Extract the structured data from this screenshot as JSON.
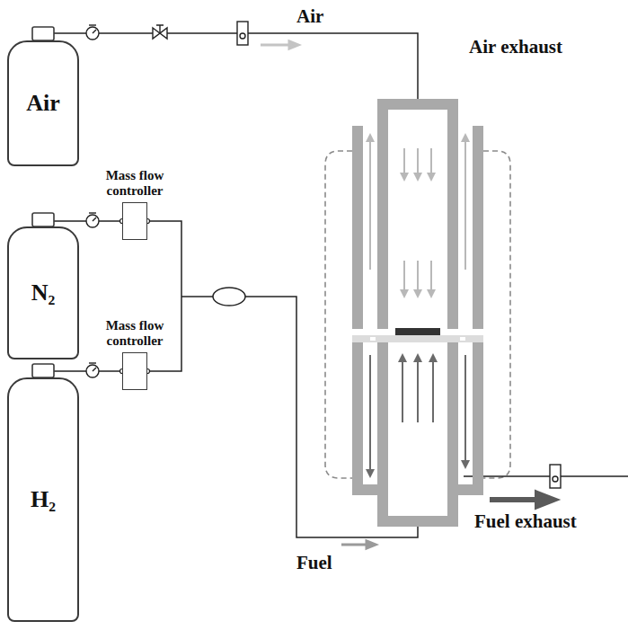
{
  "diagram": {
    "nodes": [
      {
        "text": [
          "Air"
        ]
      },
      {
        "text": [
          "Mass flow controller"
        ]
      },
      {
        "text": [
          "N₂"
        ]
      },
      {
        "text": [
          "Mass flow controller"
        ]
      },
      {
        "text": [
          "H₂"
        ]
      }
    ],
    "edges": [
      {
        "from": 2,
        "to": 1,
        "arrow": "none"
      },
      {
        "from": 4,
        "to": 3,
        "arrow": "none"
      }
    ],
    "labels": [
      "Air",
      "Air exhaust",
      "Fuel",
      "Fuel exhaust"
    ]
  }
}
